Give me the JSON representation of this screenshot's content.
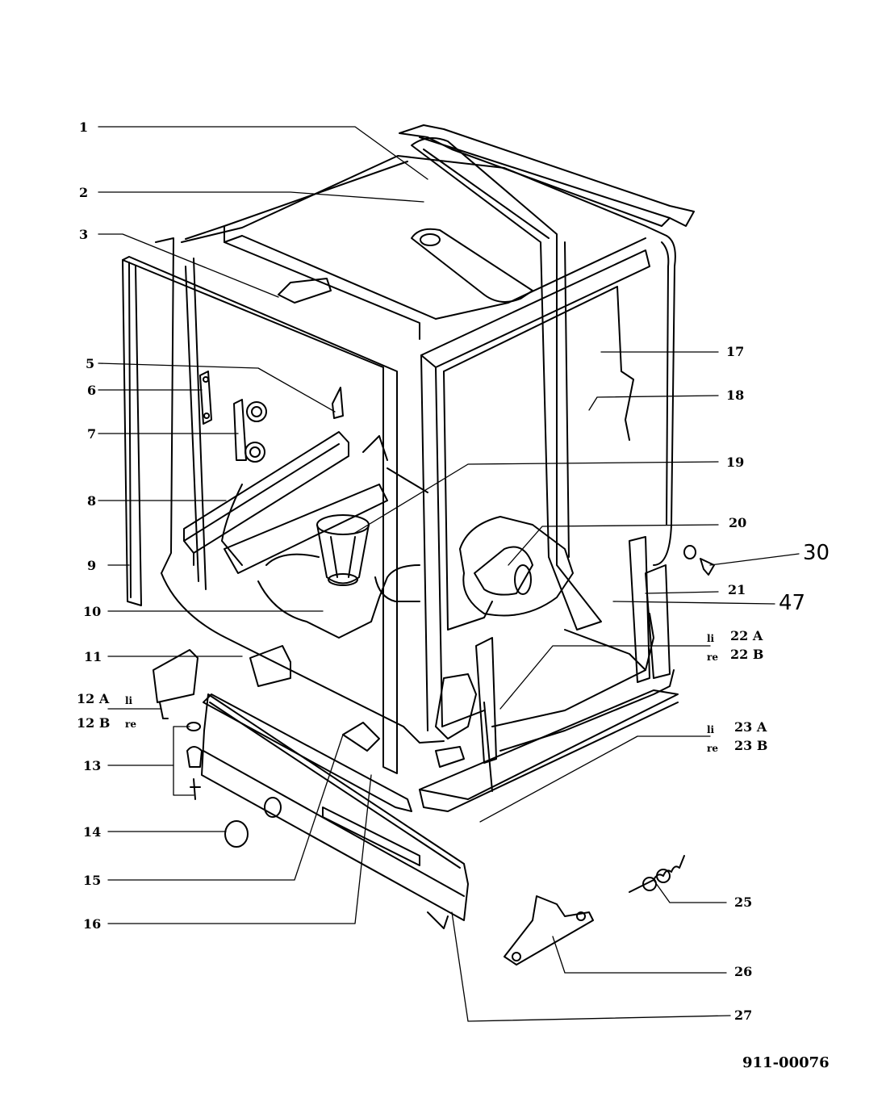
{
  "labels": {
    "l1": "1",
    "l2": "2",
    "l3": "3",
    "l5": "5",
    "l6": "6",
    "l7": "7",
    "l8": "8",
    "l9": "9",
    "l10": "10",
    "l11": "11",
    "l12a": "12 A",
    "l12b": "12 B",
    "l13": "13",
    "l14": "14",
    "l15": "15",
    "l16": "16",
    "l17": "17",
    "l18": "18",
    "l19": "19",
    "l20": "20",
    "l21": "21",
    "l22a": "22 A",
    "l22b": "22 B",
    "l23a": "23 A",
    "l23b": "23 B",
    "l25": "25",
    "l26": "26",
    "l27": "27",
    "l30": "30",
    "l47": "47"
  },
  "side_tags": {
    "li": "li",
    "re": "re"
  },
  "doc_number": "911-00076"
}
